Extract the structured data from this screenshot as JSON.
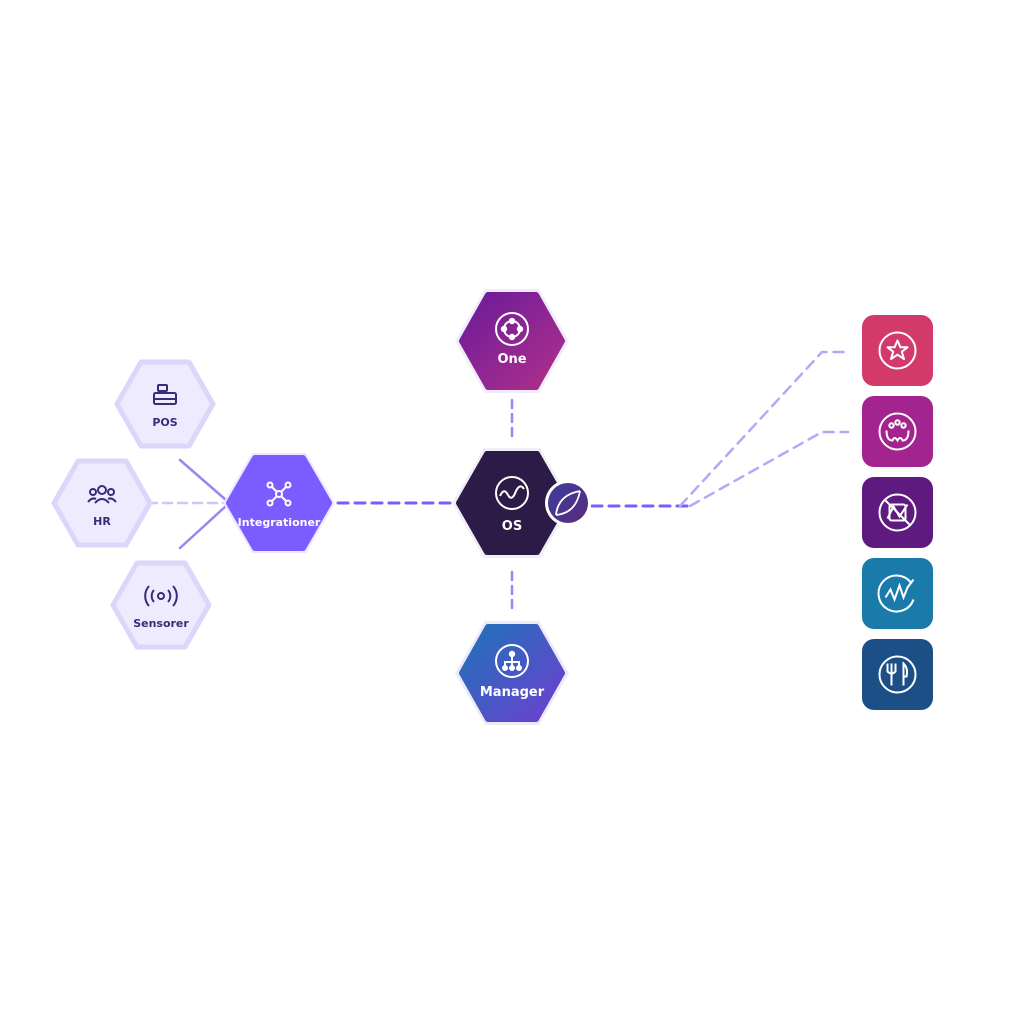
{
  "nodes": {
    "pos": {
      "label": "POS",
      "icon": "cash-register-icon"
    },
    "hr": {
      "label": "HR",
      "icon": "people-group-icon"
    },
    "sensorer": {
      "label": "Sensorer",
      "icon": "signal-broadcast-icon"
    },
    "integrationer": {
      "label": "Integrationer",
      "icon": "network-nodes-icon"
    },
    "one": {
      "label": "One",
      "icon": "circle-nodes-icon"
    },
    "os": {
      "label": "OS",
      "icon": "wave-circle-icon"
    },
    "manager": {
      "label": "Manager",
      "icon": "hierarchy-icon"
    }
  },
  "badge": {
    "icon": "leaf-badge-icon"
  },
  "apps": [
    {
      "icon": "star-icon",
      "color": "#d13a6b"
    },
    {
      "icon": "waffle-face-icon",
      "color": "#a3248f"
    },
    {
      "icon": "crossed-chart-icon",
      "color": "#5f1a80"
    },
    {
      "icon": "pulse-wave-icon",
      "color": "#1a7aa9"
    },
    {
      "icon": "fork-knife-icon",
      "color": "#1b4f86"
    }
  ],
  "colors": {
    "accent": "#7a5cff",
    "light_hex_fill": "#eeebff",
    "light_hex_stroke": "#dcd6fb",
    "label_dark": "#3b2a7a",
    "os_fill": "#2c1b47",
    "one_gradient": [
      "#6a1b9a",
      "#b0308a"
    ],
    "manager_gradient": [
      "#1e73b8",
      "#6e3fd0"
    ]
  }
}
